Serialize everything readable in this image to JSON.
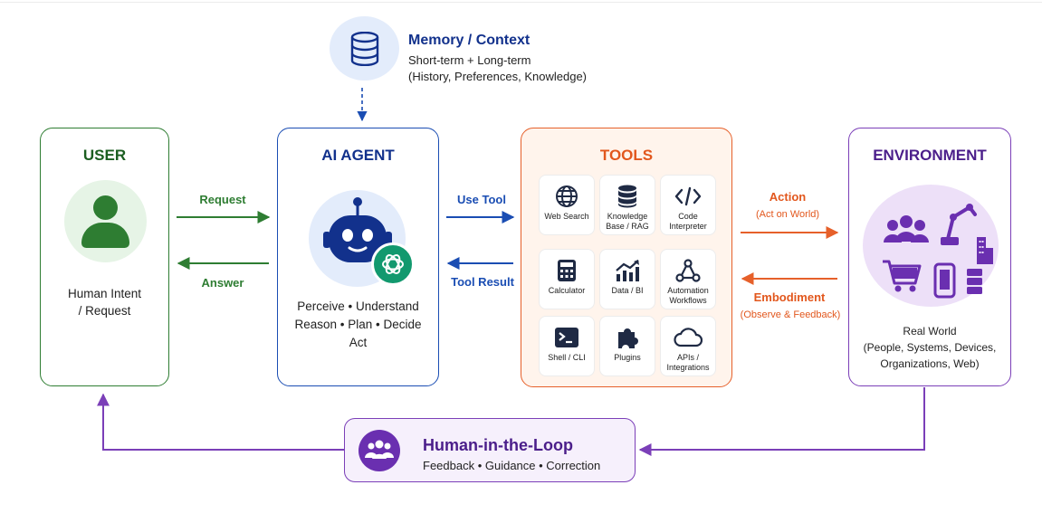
{
  "memory": {
    "title": "Memory / Context",
    "line1": "Short-term + Long-term",
    "line2": "(History, Preferences, Knowledge)"
  },
  "user": {
    "title": "USER",
    "desc_line1": "Human Intent",
    "desc_line2": "/ Request"
  },
  "agent": {
    "title": "AI AGENT",
    "desc_line1": "Perceive • Understand",
    "desc_line2": "Reason • Plan • Decide",
    "desc_line3": "Act"
  },
  "tools": {
    "title": "TOOLS",
    "items": [
      {
        "label1": "Web Search",
        "label2": "",
        "icon": "globe-icon"
      },
      {
        "label1": "Knowledge",
        "label2": "Base / RAG",
        "icon": "database-icon"
      },
      {
        "label1": "Code",
        "label2": "Interpreter",
        "icon": "code-icon"
      },
      {
        "label1": "Calculator",
        "label2": "",
        "icon": "calculator-icon"
      },
      {
        "label1": "Data / BI",
        "label2": "",
        "icon": "chart-icon"
      },
      {
        "label1": "Automation",
        "label2": "Workflows",
        "icon": "workflow-icon"
      },
      {
        "label1": "Shell / CLI",
        "label2": "",
        "icon": "terminal-icon"
      },
      {
        "label1": "Plugins",
        "label2": "",
        "icon": "puzzle-icon"
      },
      {
        "label1": "APIs /",
        "label2": "Integrations",
        "icon": "cloud-icon"
      }
    ]
  },
  "environment": {
    "title": "ENVIRONMENT",
    "desc_line1": "Real World",
    "desc_line2": "(People, Systems, Devices,",
    "desc_line3": "Organizations, Web)"
  },
  "arrows": {
    "request": "Request",
    "answer": "Answer",
    "use_tool": "Use Tool",
    "tool_result": "Tool Result",
    "action": "Action",
    "action_sub": "(Act on World)",
    "embodiment": "Embodiment",
    "embodiment_sub": "(Observe & Feedback)"
  },
  "hitl": {
    "title": "Human-in-the-Loop",
    "subtitle": "Feedback • Guidance • Correction"
  },
  "colors": {
    "green": "#2e7d32",
    "blue": "#1a4db3",
    "orange": "#e6602a",
    "purple": "#7b3fb8"
  }
}
